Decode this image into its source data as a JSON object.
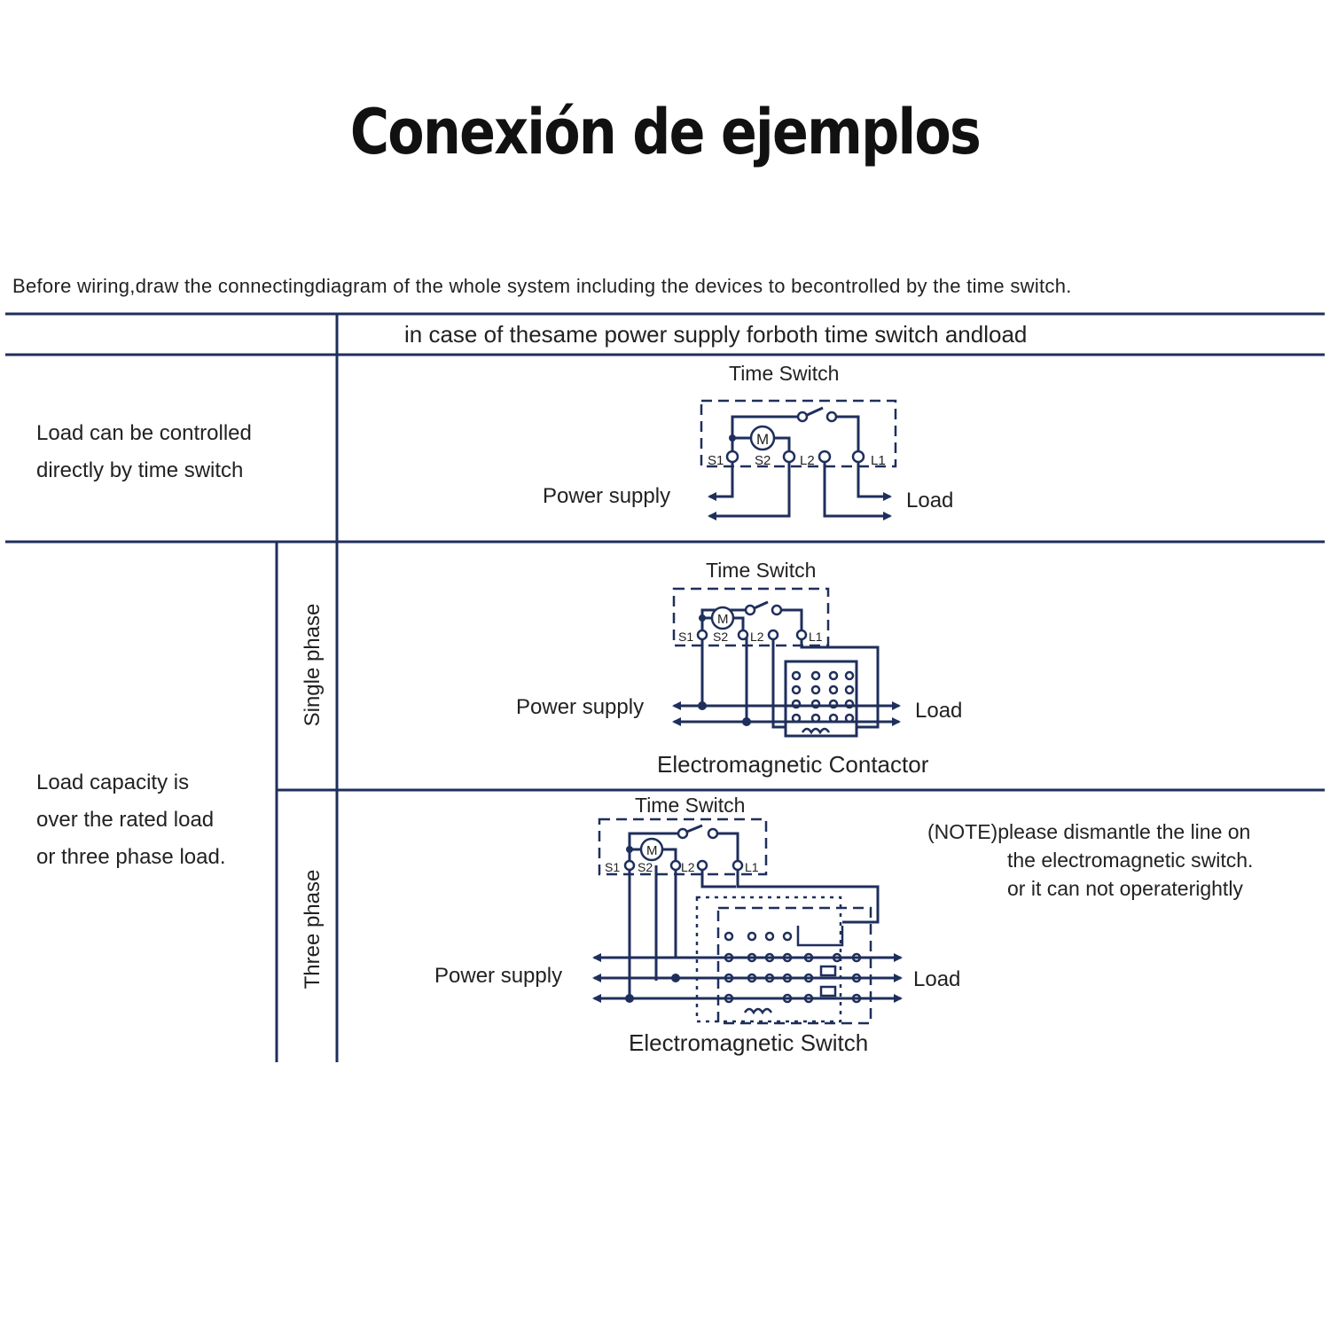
{
  "title": "Conexión de ejemplos",
  "intro": "Before wiring,draw the connectingdiagram of the whole system  including the devices to becontrolled by the time switch.",
  "table": {
    "header": "in case of thesame power supply forboth time switch andload",
    "row1_label": [
      "Load can be controlled",
      "directly by time switch"
    ],
    "row2_label": [
      "Load capacity is",
      "over the rated load",
      "or three phase load."
    ],
    "single_phase": "Single phase",
    "three_phase": "Three phase"
  },
  "diagram1": {
    "title": "Time Switch",
    "motor": "M",
    "terminals": [
      "S1",
      "S2",
      "L2",
      "L1"
    ],
    "power": "Power supply",
    "load": "Load"
  },
  "diagram2": {
    "title": "Time Switch",
    "motor": "M",
    "terminals": [
      "S1",
      "S2",
      "L2",
      "L1"
    ],
    "power": "Power supply",
    "load": "Load",
    "device": "Electromagnetic Contactor"
  },
  "diagram3": {
    "title": "Time Switch",
    "motor": "M",
    "terminals": [
      "S1",
      "S2",
      "L2",
      "L1"
    ],
    "power": "Power supply",
    "load": "Load",
    "device": "Electromagnetic Switch",
    "note": [
      "(NOTE)please dismantle the line on",
      "the electromagnetic switch.",
      "or it can not operaterightly"
    ]
  },
  "colors": {
    "line": "#1f2f5c",
    "text": "#222222"
  }
}
